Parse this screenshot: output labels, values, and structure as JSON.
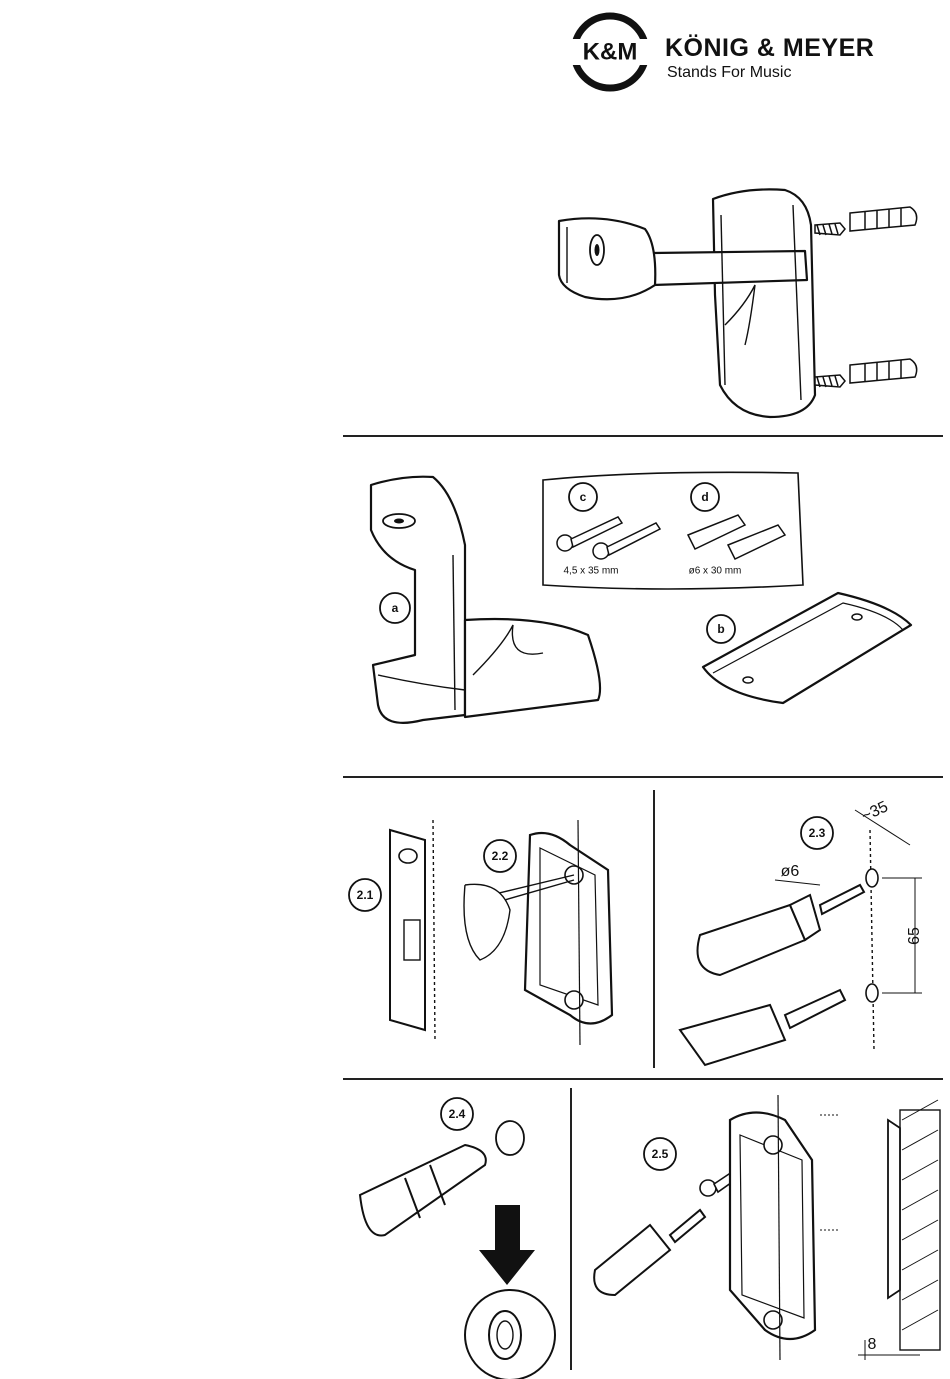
{
  "header": {
    "logo_mark": "K&M",
    "brand_name": "KÖNIG & MEYER",
    "tagline": "Stands For Music"
  },
  "section_parts": {
    "part_labels": {
      "a": "a",
      "b": "b",
      "c": "c",
      "d": "d"
    },
    "screw_size": "4,5 x 35 mm",
    "dowel_size": "ø6 x 30 mm"
  },
  "steps": {
    "step_2_1": "2.1",
    "step_2_2": "2.2",
    "step_2_3": "2.3",
    "step_2_4": "2.4",
    "step_2_5": "2.5"
  },
  "dimensions": {
    "distance": "~35",
    "drill_diameter": "ø6",
    "hole_spacing": "65",
    "wall_gap": "8"
  },
  "icons": [
    "km-logo-icon",
    "headphone-holder-drawing",
    "screw-icon",
    "wall-plug-icon",
    "drill-icon",
    "screwdriver-icon",
    "spirit-level-icon",
    "arrow-down-icon"
  ]
}
